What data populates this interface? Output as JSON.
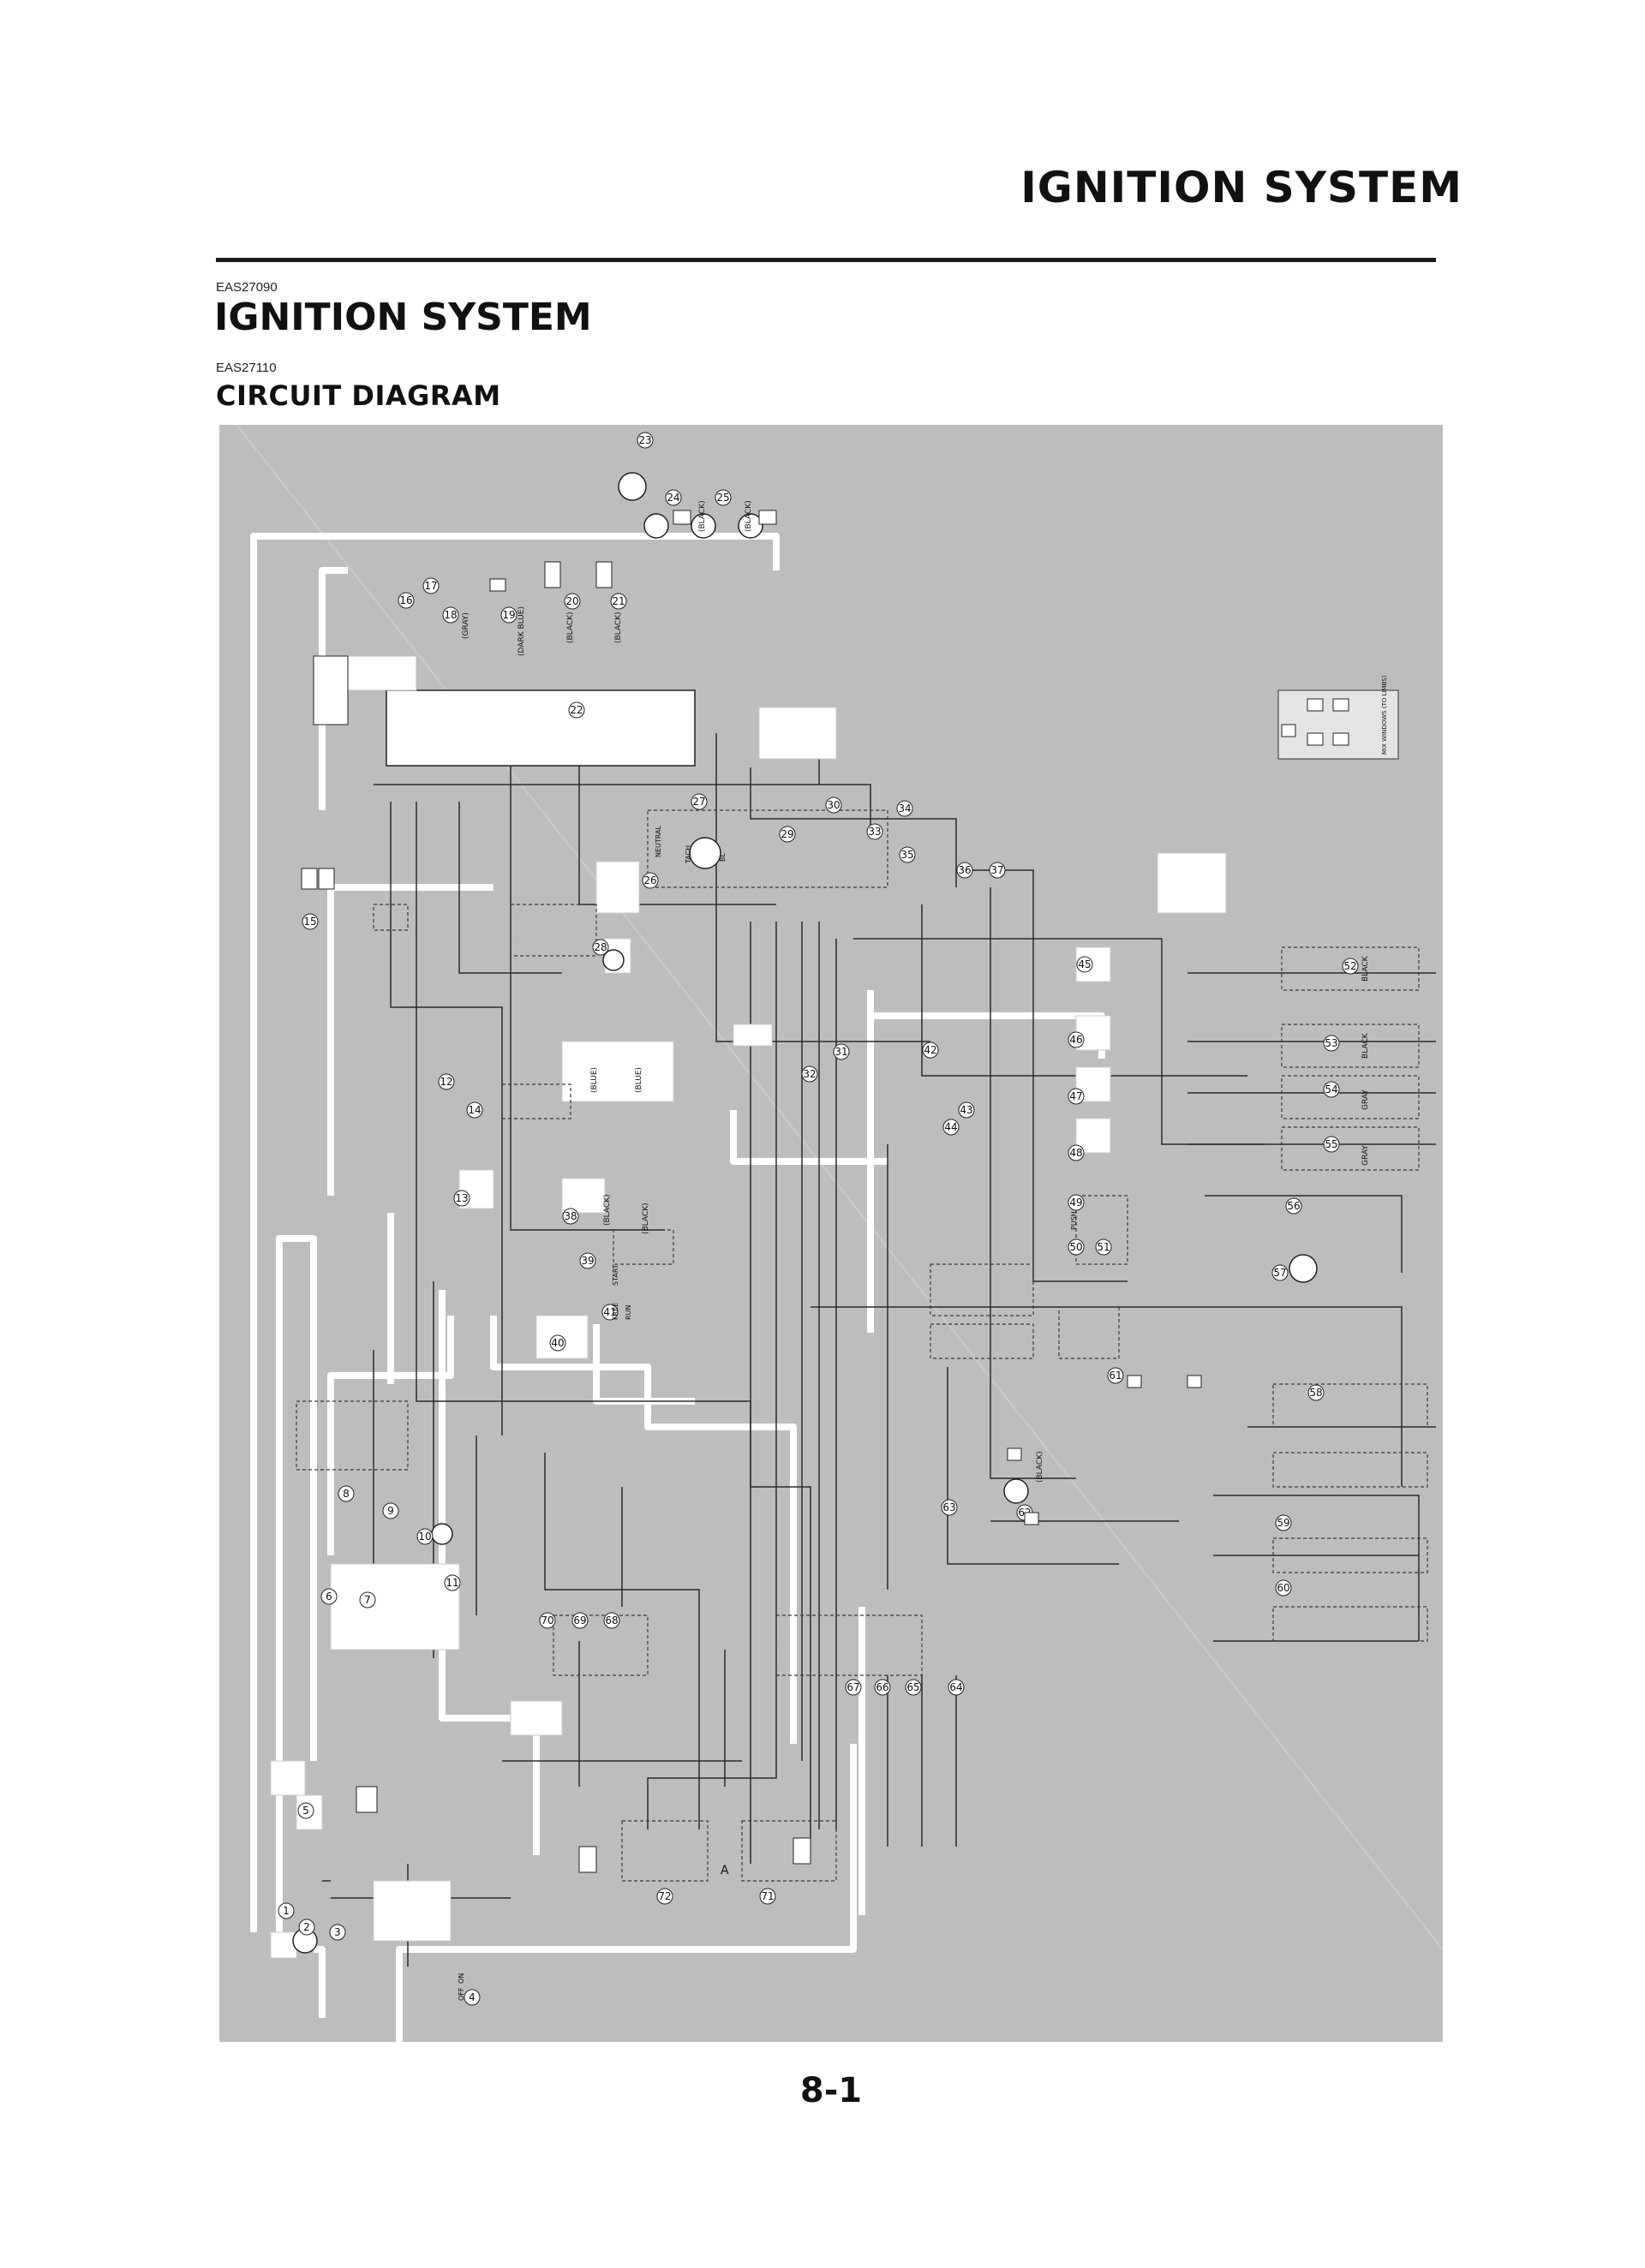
{
  "page": {
    "running_header": "IGNITION SYSTEM",
    "section_code": "EAS27090",
    "section_title": "IGNITION SYSTEM",
    "subsection_code": "EAS27110",
    "subsection_title": "CIRCUIT DIAGRAM",
    "page_number": "8-1"
  },
  "diagram": {
    "callouts": [
      "1",
      "2",
      "3",
      "4",
      "5",
      "6",
      "7",
      "8",
      "9",
      "10",
      "11",
      "12",
      "13",
      "14",
      "15",
      "16",
      "17",
      "18",
      "19",
      "20",
      "21",
      "22",
      "23",
      "24",
      "25",
      "26",
      "27",
      "28",
      "29",
      "30",
      "31",
      "32",
      "33",
      "34",
      "35",
      "36",
      "37",
      "38",
      "39",
      "40",
      "41",
      "42",
      "43",
      "44",
      "45",
      "46",
      "47",
      "48",
      "49",
      "50",
      "51",
      "52",
      "53",
      "54",
      "55",
      "56",
      "57",
      "58",
      "59",
      "60",
      "61",
      "62",
      "63",
      "64",
      "65",
      "66",
      "67",
      "68",
      "69",
      "70",
      "71",
      "72"
    ],
    "connector_colors": [
      "(GRAY)",
      "(DARK BLUE)",
      "(BLACK)",
      "(BLACK)",
      "(BLACK)",
      "(BLACK)",
      "(BLUE)",
      "(BLUE)",
      "(BLACK)",
      "(BLACK)",
      "BLACK",
      "BLACK",
      "GRAY",
      "GRAY",
      "(BLACK)"
    ],
    "labels": [
      "A",
      "A",
      "NEUTRAL",
      "TACH",
      "START",
      "FREE",
      "RUN",
      "ON",
      "OFF",
      "PUSH",
      "BL"
    ],
    "legend_note": "MIX WINDOWS (TO LIMBS)"
  }
}
